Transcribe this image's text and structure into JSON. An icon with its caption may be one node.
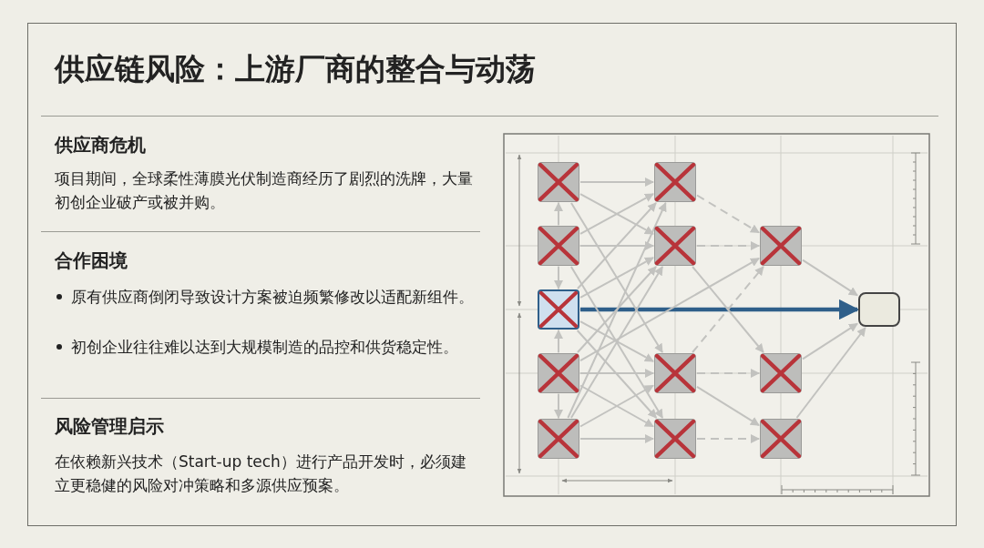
{
  "diagram": {
    "title": "供应链风险：上游厂商的整合与动荡",
    "nodes": [
      {
        "text": [],
        "shape": "box"
      },
      {
        "text": [],
        "shape": "box"
      },
      {
        "text": [],
        "shape": "box"
      },
      {
        "text": [],
        "shape": "box"
      },
      {
        "text": [],
        "shape": "box"
      },
      {
        "text": [],
        "shape": "box"
      },
      {
        "text": [],
        "shape": "box"
      },
      {
        "text": [],
        "shape": "box"
      },
      {
        "text": [],
        "shape": "box"
      },
      {
        "text": [],
        "shape": "box"
      },
      {
        "text": [],
        "shape": "box"
      },
      {
        "text": [],
        "shape": "box"
      },
      {
        "text": [],
        "shape": "box"
      }
    ],
    "edges": [
      {
        "from": 1,
        "to": 0,
        "arrow": "to"
      },
      {
        "from": 1,
        "to": 2,
        "arrow": "to"
      },
      {
        "from": 3,
        "to": 2,
        "arrow": "to"
      },
      {
        "from": 3,
        "to": 4,
        "arrow": "to"
      },
      {
        "from": 2,
        "to": 12,
        "arrow": "to",
        "style": "thick",
        "color": "#2f5f8a"
      },
      {
        "from": 0,
        "to": 5,
        "arrow": "to"
      },
      {
        "from": 0,
        "to": 6,
        "arrow": "to"
      },
      {
        "from": 0,
        "to": 7,
        "arrow": "to"
      },
      {
        "from": 1,
        "to": 5,
        "arrow": "to"
      },
      {
        "from": 1,
        "to": 6,
        "arrow": "to"
      },
      {
        "from": 1,
        "to": 8,
        "arrow": "to"
      },
      {
        "from": 2,
        "to": 5,
        "arrow": "to"
      },
      {
        "from": 2,
        "to": 6,
        "arrow": "to"
      },
      {
        "from": 2,
        "to": 7,
        "arrow": "to"
      },
      {
        "from": 2,
        "to": 8,
        "arrow": "to"
      },
      {
        "from": 3,
        "to": 6,
        "arrow": "to"
      },
      {
        "from": 3,
        "to": 7,
        "arrow": "to"
      },
      {
        "from": 3,
        "to": 8,
        "arrow": "to"
      },
      {
        "from": 3,
        "to": 9,
        "arrow": "to"
      },
      {
        "from": 4,
        "to": 5,
        "arrow": "to"
      },
      {
        "from": 4,
        "to": 6,
        "arrow": "to"
      },
      {
        "from": 4,
        "to": 7,
        "arrow": "to"
      },
      {
        "from": 4,
        "to": 8,
        "arrow": "to"
      },
      {
        "from": 5,
        "to": 9,
        "arrow": "to",
        "style": "dashed"
      },
      {
        "from": 6,
        "to": 9,
        "arrow": "to",
        "style": "dashed"
      },
      {
        "from": 6,
        "to": 10,
        "arrow": "to"
      },
      {
        "from": 7,
        "to": 9,
        "arrow": "to",
        "style": "dashed"
      },
      {
        "from": 7,
        "to": 10,
        "arrow": "to",
        "style": "dashed"
      },
      {
        "from": 7,
        "to": 11,
        "arrow": "to"
      },
      {
        "from": 8,
        "to": 11,
        "arrow": "to",
        "style": "dashed"
      },
      {
        "from": 9,
        "to": 12,
        "arrow": "to"
      },
      {
        "from": 10,
        "to": 12,
        "arrow": "to"
      },
      {
        "from": 11,
        "to": 12,
        "arrow": "to"
      }
    ],
    "labels": [
      "供应商危机",
      "项目期间，全球柔性薄膜光伏制造商经历了剧烈的洗牌，大量初创企业破产或被并购。",
      "合作困境",
      "原有供应商倒闭导致设计方案被迫频繁修改以适配新组件。",
      "初创企业往往难以达到大规模制造的品控和供货稳定性。",
      "风险管理启示",
      "在依赖新兴技术（Start-up tech）进行产品开发时，必须建立更稳健的风险对冲策略和多源供应预案。"
    ]
  }
}
